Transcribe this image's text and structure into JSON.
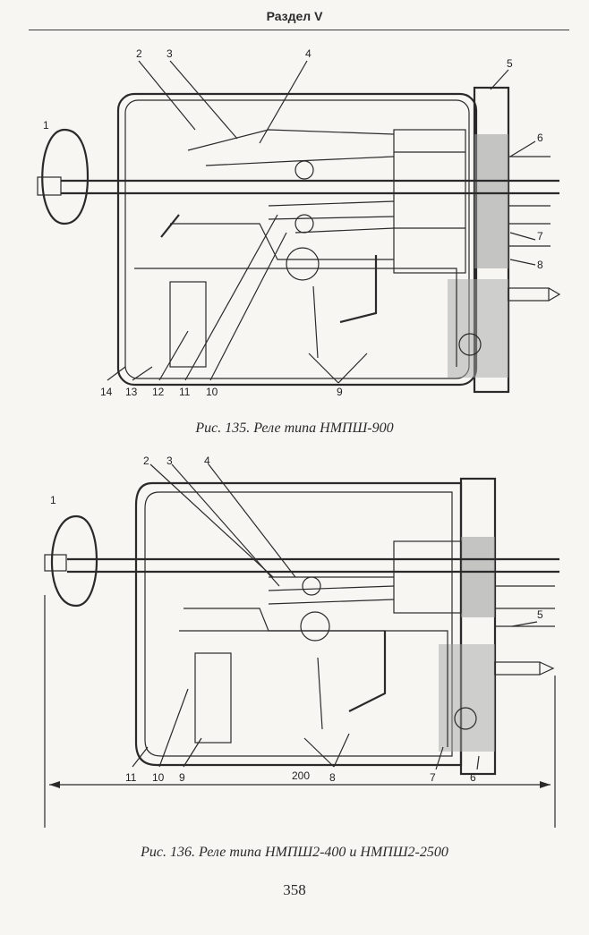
{
  "page": {
    "section_header": "Раздел V",
    "page_number": "358"
  },
  "figure135": {
    "caption": "Рис. 135. Реле типа НМПШ-900",
    "callouts": [
      "1",
      "2",
      "3",
      "4",
      "5",
      "6",
      "7",
      "8",
      "9",
      "10",
      "11",
      "12",
      "13",
      "14"
    ]
  },
  "figure136": {
    "caption": "Рис. 136. Реле типа НМПШ2-400 и НМПШ2-2500",
    "callouts": [
      "1",
      "2",
      "3",
      "4",
      "5",
      "6",
      "7",
      "8",
      "9",
      "10",
      "11"
    ],
    "dimension": "200"
  }
}
